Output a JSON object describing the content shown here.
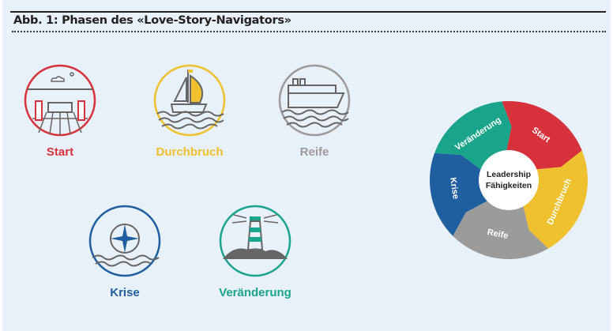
{
  "title": "Abb. 1: Phasen des «Love-Story-Navigators»",
  "phases": [
    {
      "label": "Start",
      "color": "#d7323b"
    },
    {
      "label": "Durchbruch",
      "color": "#efc12f"
    },
    {
      "label": "Reife",
      "color": "#9b9b9b"
    },
    {
      "label": "Krise",
      "color": "#1f5f9f"
    },
    {
      "label": "Veränderung",
      "color": "#1aa48a"
    }
  ],
  "cycle": {
    "center_line1": "Leadership",
    "center_line2": "Fähigkeiten"
  }
}
